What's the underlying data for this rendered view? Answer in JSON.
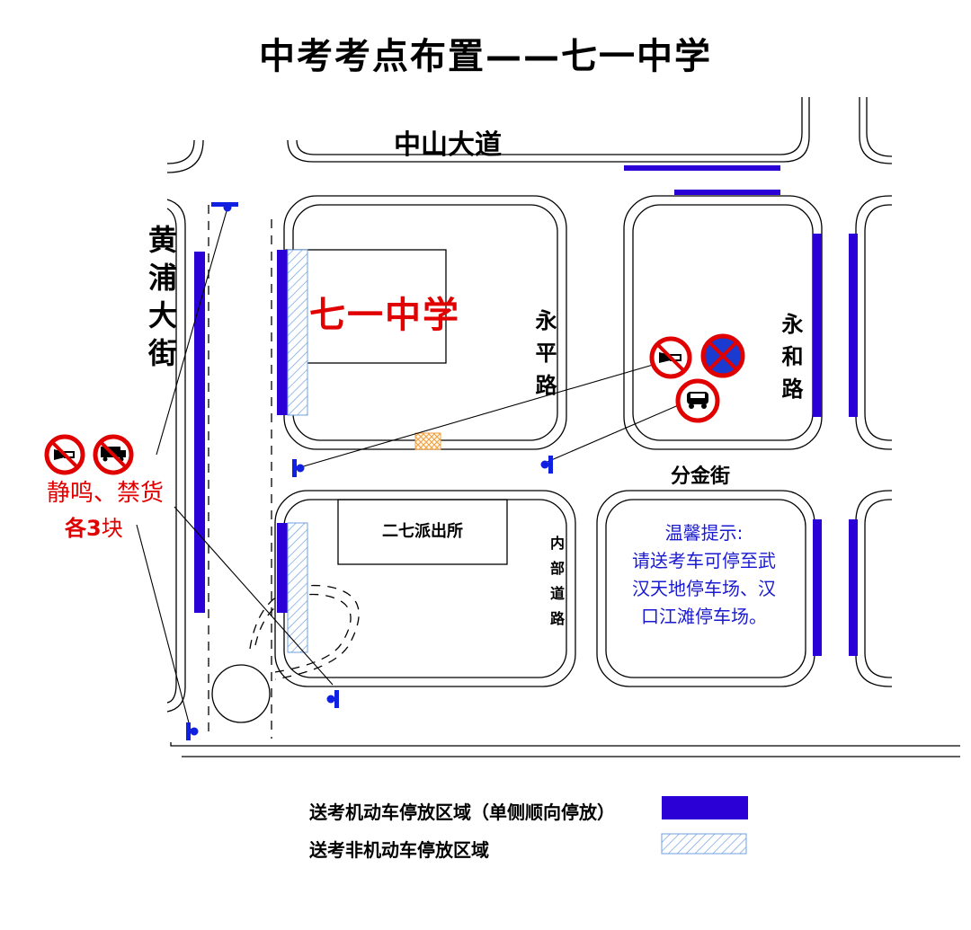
{
  "title": "中考考点布置——七一中学",
  "roads": {
    "zhongshan": "中山大道",
    "huangpu": "黄浦大街",
    "yongping": "永平路",
    "yonghe": "永和路",
    "fenjin": "分金街",
    "internal": "内部道路"
  },
  "school": "七一中学",
  "police_station": "二七派出所",
  "tip": {
    "line1": "温馨提示:",
    "line2": "请送考车可停至武",
    "line3": "汉天地停车场、汉",
    "line4": "口江滩停车场。"
  },
  "signs_note": {
    "line1": "静鸣、禁货",
    "prefix": "各3",
    "suffix": "块"
  },
  "legend": {
    "motor": "送考机动车停放区域（单侧顺向停放）",
    "non_motor": "送考非机动车停放区域"
  },
  "colors": {
    "parking": "#2a00d6",
    "sign_red": "#e00000",
    "sign_blue": "#1a3ad0",
    "hatch": "#6fa0e0",
    "crosswalk": "#f0a040",
    "marker": "#1020e0"
  },
  "icons": [
    "no-horn-sign-icon",
    "no-trucks-sign-icon",
    "no-parking-sign-icon",
    "no-overtaking-sign-icon",
    "sign-post-icon"
  ]
}
